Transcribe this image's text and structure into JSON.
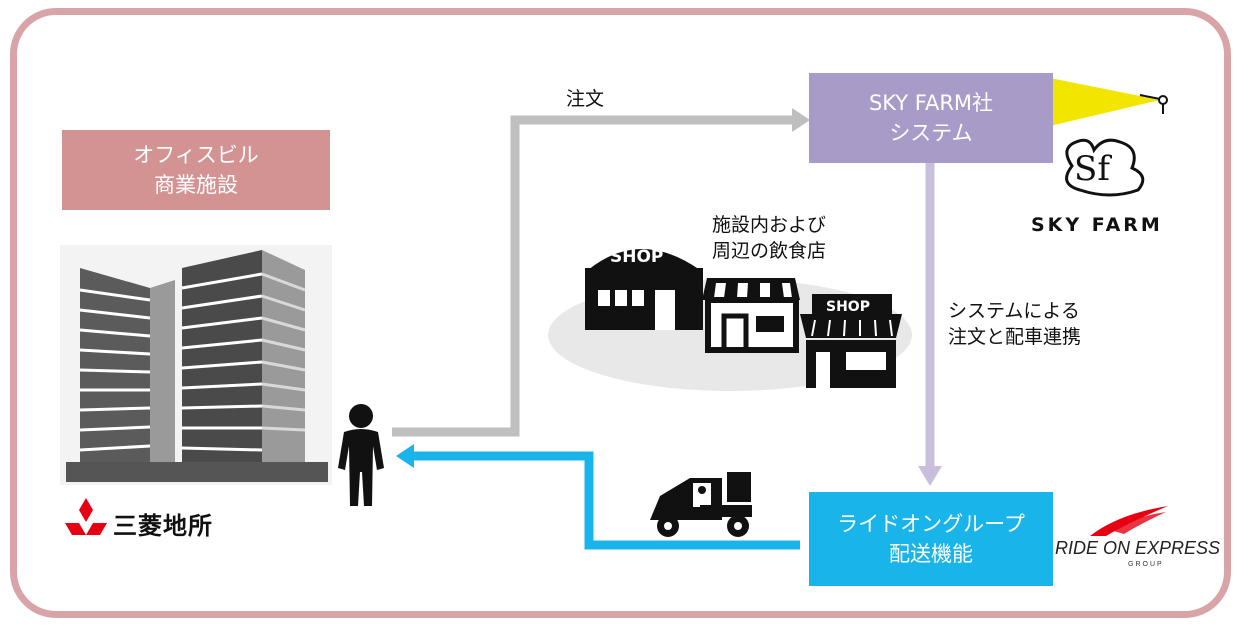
{
  "office": {
    "lines": [
      "オフィスビル",
      "商業施設"
    ]
  },
  "skyfarm": {
    "lines": [
      "SKY FARM社",
      "システム"
    ],
    "logo_text": "SKY FARM",
    "logo_monogram": "Sf"
  },
  "rideon": {
    "lines": [
      "ライドオングループ",
      "配送機能"
    ],
    "logo_text": "RIDE ON EXPRESS",
    "logo_sub": "GROUP"
  },
  "order_label": "注文",
  "shops_label": {
    "lines": [
      "施設内および",
      "周辺の飲食店"
    ]
  },
  "shop_sign": "SHOP",
  "system_label": {
    "lines": [
      "システムによる",
      "注文と配車連携"
    ]
  },
  "mitsubishi": {
    "name": "三菱地所"
  },
  "colors": {
    "frame": "#d9a4a7",
    "office_box": "#d39393",
    "skyfarm_box": "#a99bc8",
    "rideon_box": "#19b4ea",
    "order_arrow": "#bfbfbf",
    "system_arrow": "#c9bedb",
    "delivery_arrow": "#19b4ea",
    "skyfarm_flag": "#f2e600",
    "mitsubishi_red": "#e60012"
  }
}
